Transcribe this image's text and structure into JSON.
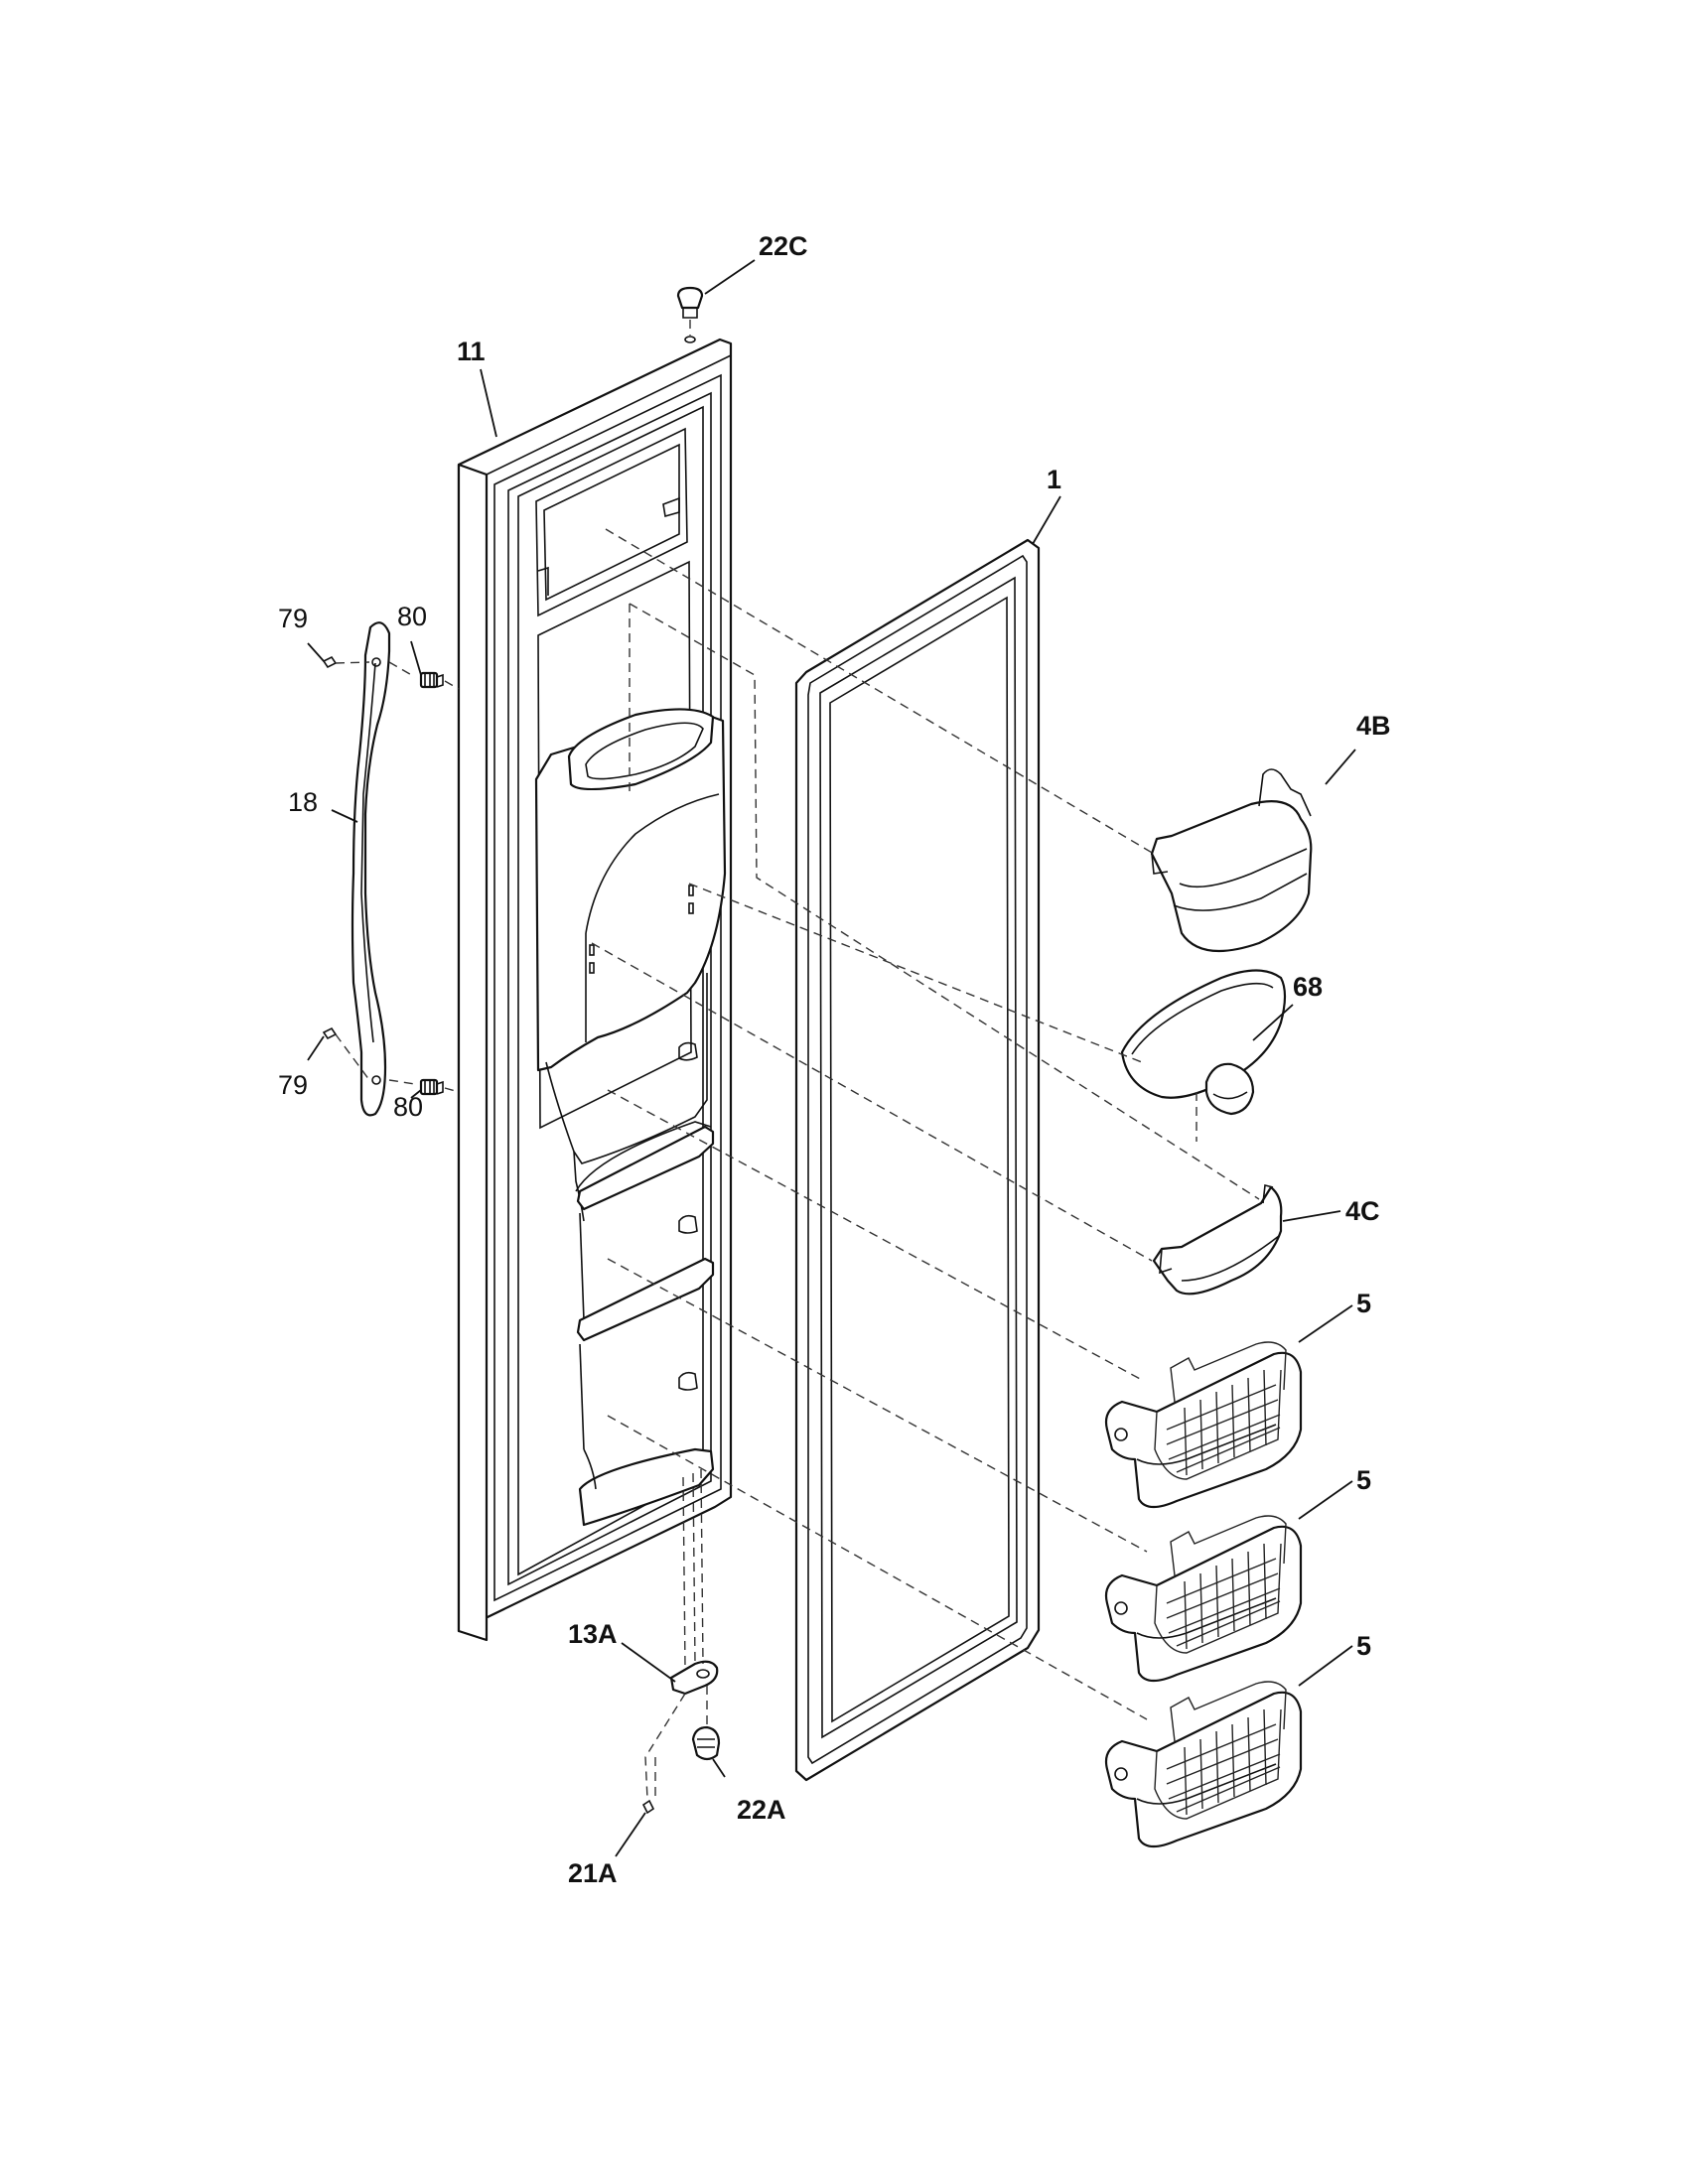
{
  "callouts": {
    "c22C": "22C",
    "c11": "11",
    "c1": "1",
    "c79a": "79",
    "c80a": "80",
    "c18": "18",
    "c79b": "79",
    "c80b": "80",
    "c4B": "4B",
    "c68": "68",
    "c4C": "4C",
    "c5a": "5",
    "c5b": "5",
    "c5c": "5",
    "c13A": "13A",
    "c22A": "22A",
    "c21A": "21A"
  }
}
